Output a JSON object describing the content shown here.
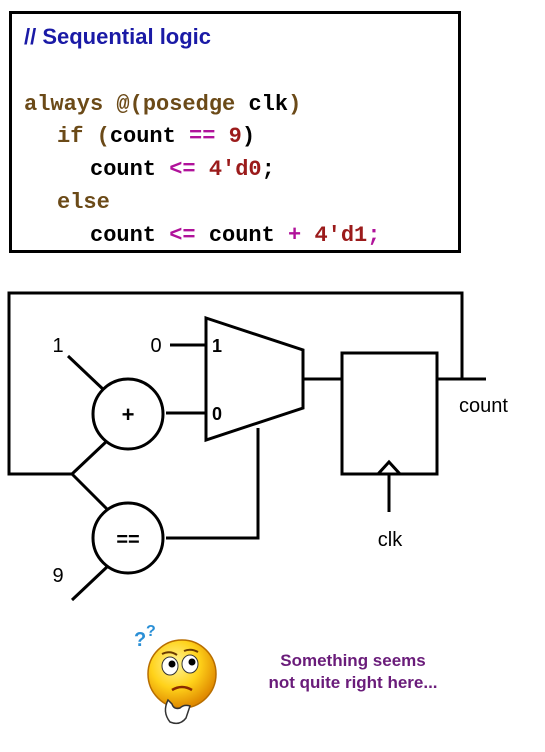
{
  "code": {
    "comment": "// Sequential logic",
    "line1": {
      "kw": "always",
      "at": " @(",
      "edge": "posedge",
      "sig": " clk",
      "close": ")"
    },
    "line2": {
      "kw": "if",
      "open": " (",
      "id": "count",
      "op": " ==",
      "num": " 9",
      "close": ")"
    },
    "line3": {
      "id": "count",
      "op": " <=",
      "num": " 4'd0",
      "semi": ";"
    },
    "line4": {
      "kw": "else"
    },
    "line5": {
      "id": "count",
      "op": " <=",
      "id2": " count",
      "plus": " +",
      "num": " 4'd1",
      "semi": ";"
    }
  },
  "diagram": {
    "adder_symbol": "+",
    "comparator_symbol": "==",
    "const_one": "1",
    "const_zero": "0",
    "const_nine": "9",
    "mux_sel_1": "1",
    "mux_sel_0": "0",
    "output_label": "count",
    "clock_label": "clk"
  },
  "caption": {
    "line1": "Something seems",
    "line2": "not quite right here..."
  },
  "colors": {
    "comment": "#1a1aa6",
    "keyword": "#6b4a18",
    "operator": "#b0129a",
    "number": "#9b1b1b",
    "caption": "#6a1c7a"
  },
  "icons": [
    "confused-smiley-icon"
  ]
}
